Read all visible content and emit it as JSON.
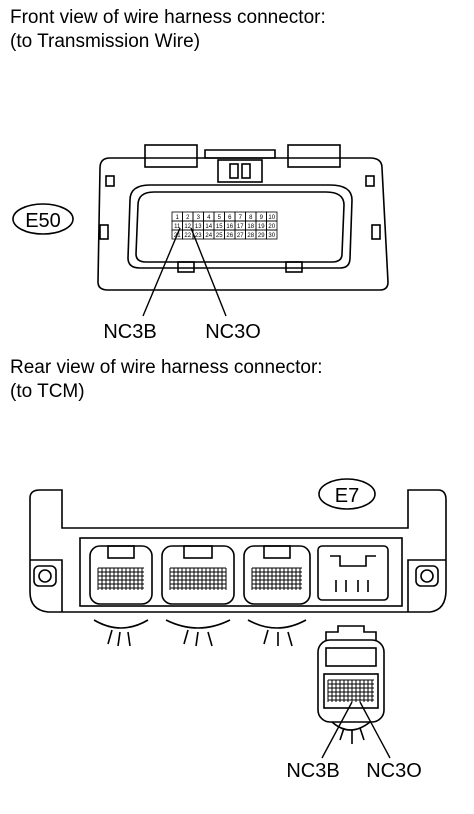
{
  "diagram1": {
    "caption_line1": "Front view of wire harness connector:",
    "caption_line2": "(to Transmission Wire)",
    "connector_id": "E50",
    "pins_top": [
      "1",
      "2",
      "3",
      "4",
      "5",
      "6",
      "7",
      "8",
      "9",
      "10"
    ],
    "pins_bottom": [
      "11",
      "12",
      "13",
      "14",
      "15",
      "16",
      "17",
      "18",
      "19",
      "20",
      "21",
      "22",
      "23",
      "24",
      "25",
      "26",
      "27",
      "28",
      "29",
      "30"
    ],
    "labels": [
      "NC3B",
      "NC3O"
    ]
  },
  "diagram2": {
    "caption_line1": "Rear view of wire harness connector:",
    "caption_line2": "(to TCM)",
    "connector_id": "E7",
    "labels": [
      "NC3B",
      "NC3O"
    ]
  }
}
